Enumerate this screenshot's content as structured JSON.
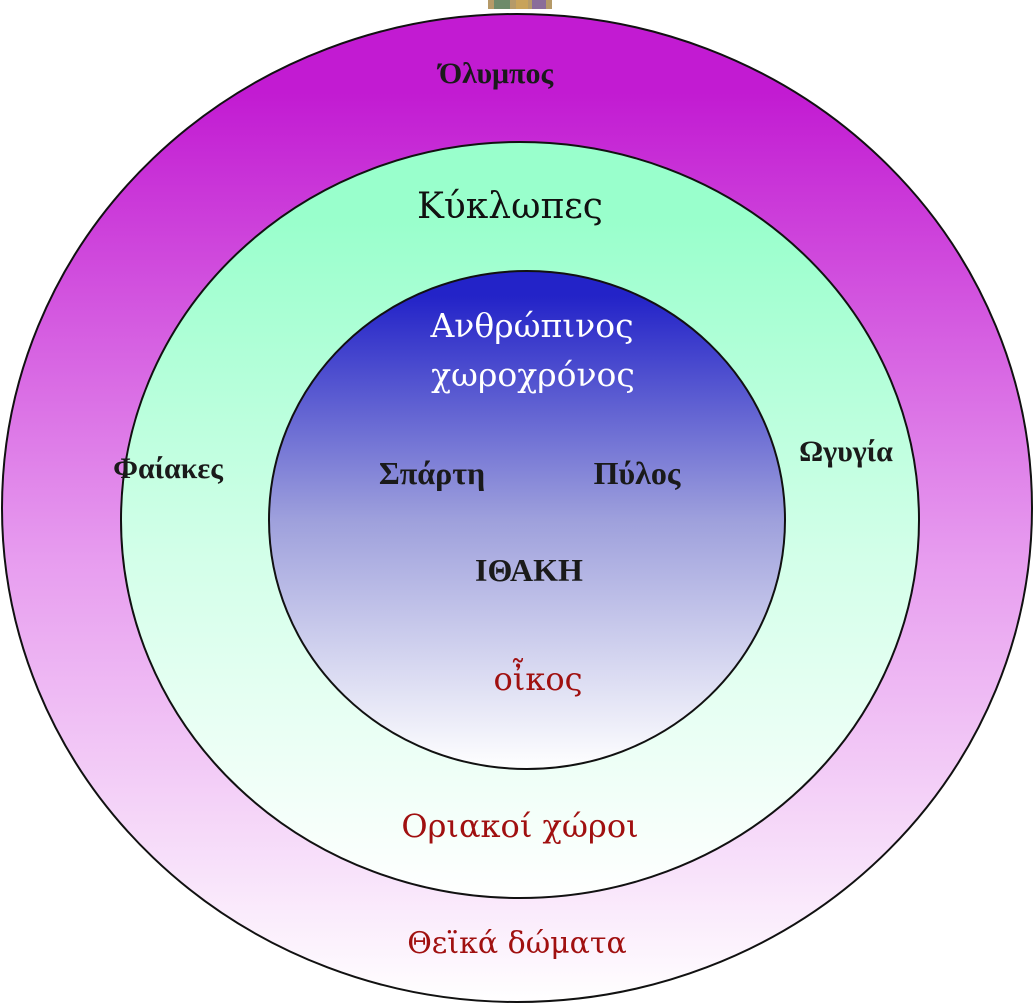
{
  "rings": {
    "outer": {
      "top_color": "#c21bd2",
      "bottom_color": "#ffffff",
      "stroke": "#111111"
    },
    "middle": {
      "top_color": "#99ffcc",
      "bottom_color": "#ffffff",
      "stroke": "#111111"
    },
    "inner": {
      "top_color": "#2323c8",
      "bottom_color": "#ffffff",
      "stroke": "#111111"
    }
  },
  "top_image": {
    "icon": "decorative-picture-icon"
  },
  "labels": {
    "olympus": "Όλυμπος",
    "cyclopes": "Κύκλωπες",
    "human_line1": "Ανθρώπινος",
    "human_line2": "χωροχρόνος",
    "phaeacians": "Φαίακες",
    "ogygia": "Ωγυγία",
    "sparta": "Σπάρτη",
    "pylos": "Πύλος",
    "ithaca": "ΙΘΑΚΗ",
    "oikos": "οἶκος",
    "liminal": "Οριακοί χώροι",
    "divine": "Θεϊκά δώματα"
  }
}
